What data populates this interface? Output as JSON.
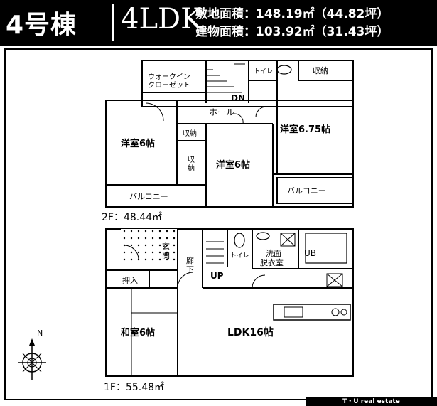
{
  "header": {
    "building": "4号棟",
    "plan_type": "4LDK",
    "site_area": "敷地面積：148.19㎡（44.82坪）",
    "floor_area": "建物面積：103.92㎡（31.43坪）"
  },
  "floors": {
    "second": "2F：48.44㎡",
    "first": "1F：55.48㎡"
  },
  "rooms": {
    "walk_in_closet_1": "ウォークイン",
    "walk_in_closet_2": "クローゼット",
    "toilet_2f": "トイレ",
    "storage_2f_top": "収納",
    "hall": "ホール",
    "western_6a": "洋室6帖",
    "storage_2f_small": "収納",
    "storage_2f_v1": "収",
    "storage_2f_v2": "納",
    "western_6b": "洋室6帖",
    "western_675": "洋室6.75帖",
    "balcony_left": "バルコニー",
    "balcony_right": "バルコニー",
    "stair_dn": "DN",
    "genkan_1": "玄",
    "genkan_2": "関",
    "corridor_1": "廊",
    "corridor_2": "下",
    "stair_up": "UP",
    "toilet_1f": "トイレ",
    "washroom_1": "洗面",
    "washroom_2": "脱衣室",
    "unit_bath": "UB",
    "oshiire": "押入",
    "japanese_6": "和室6帖",
    "ldk": "LDK16帖"
  },
  "compass": {
    "north": "N"
  },
  "footer": {
    "credit": "T・U real estate"
  }
}
